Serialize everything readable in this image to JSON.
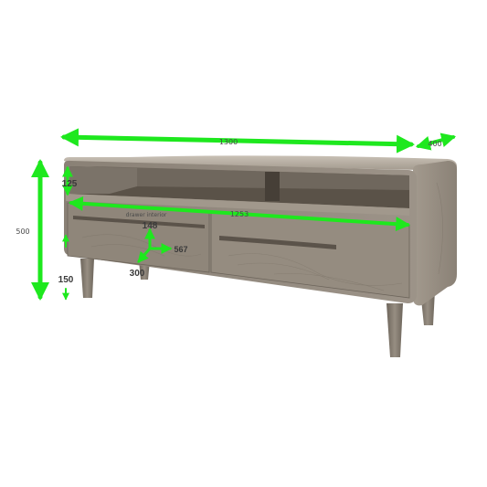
{
  "colors": {
    "arrow": "#1ee81e",
    "wood_light": "#b9b0a4",
    "wood_mid": "#8e857a",
    "wood_dark": "#5e564d",
    "interior": "#4a433b"
  },
  "dimensions": {
    "width": "1300",
    "depth": "400",
    "height": "500",
    "shelf_height": "125",
    "inner_width": "1253",
    "leg_height": "150",
    "drawer_label": "drawer interior",
    "drawer_height": "148",
    "drawer_width": "567",
    "drawer_depth": "300"
  }
}
